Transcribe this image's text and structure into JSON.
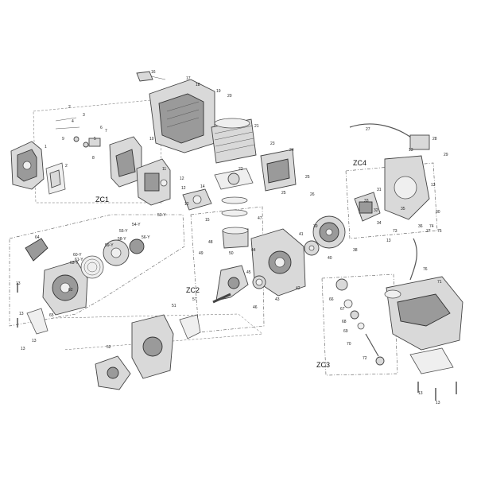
{
  "groups": [
    {
      "id": "zc1",
      "label": "ZC1"
    },
    {
      "id": "zc2",
      "label": "ZC2"
    },
    {
      "id": "zc3",
      "label": "ZC3"
    },
    {
      "id": "zc4",
      "label": "ZC4"
    }
  ],
  "callouts": [
    "1",
    "2",
    "2",
    "3",
    "4",
    "5",
    "6",
    "7",
    "8",
    "9",
    "10",
    "11",
    "12",
    "12",
    "12",
    "13",
    "13",
    "13",
    "13",
    "13",
    "13",
    "13",
    "13",
    "13",
    "14",
    "15",
    "16",
    "17",
    "18",
    "19",
    "20",
    "21",
    "22",
    "23",
    "24",
    "25",
    "25",
    "26",
    "27",
    "28",
    "29",
    "30",
    "31",
    "32",
    "33",
    "34",
    "35",
    "36",
    "37",
    "38",
    "39",
    "40",
    "41",
    "42",
    "43",
    "44",
    "45",
    "46",
    "47",
    "48",
    "49",
    "50",
    "51",
    "52",
    "53-Y",
    "54-Y",
    "55-Y",
    "56-Y",
    "57",
    "58-Y",
    "59-Y",
    "60-Y",
    "61-Y",
    "62",
    "63-Y",
    "64",
    "65",
    "66",
    "67",
    "68",
    "69",
    "70",
    "71",
    "72",
    "73",
    "74",
    "75",
    "76"
  ]
}
